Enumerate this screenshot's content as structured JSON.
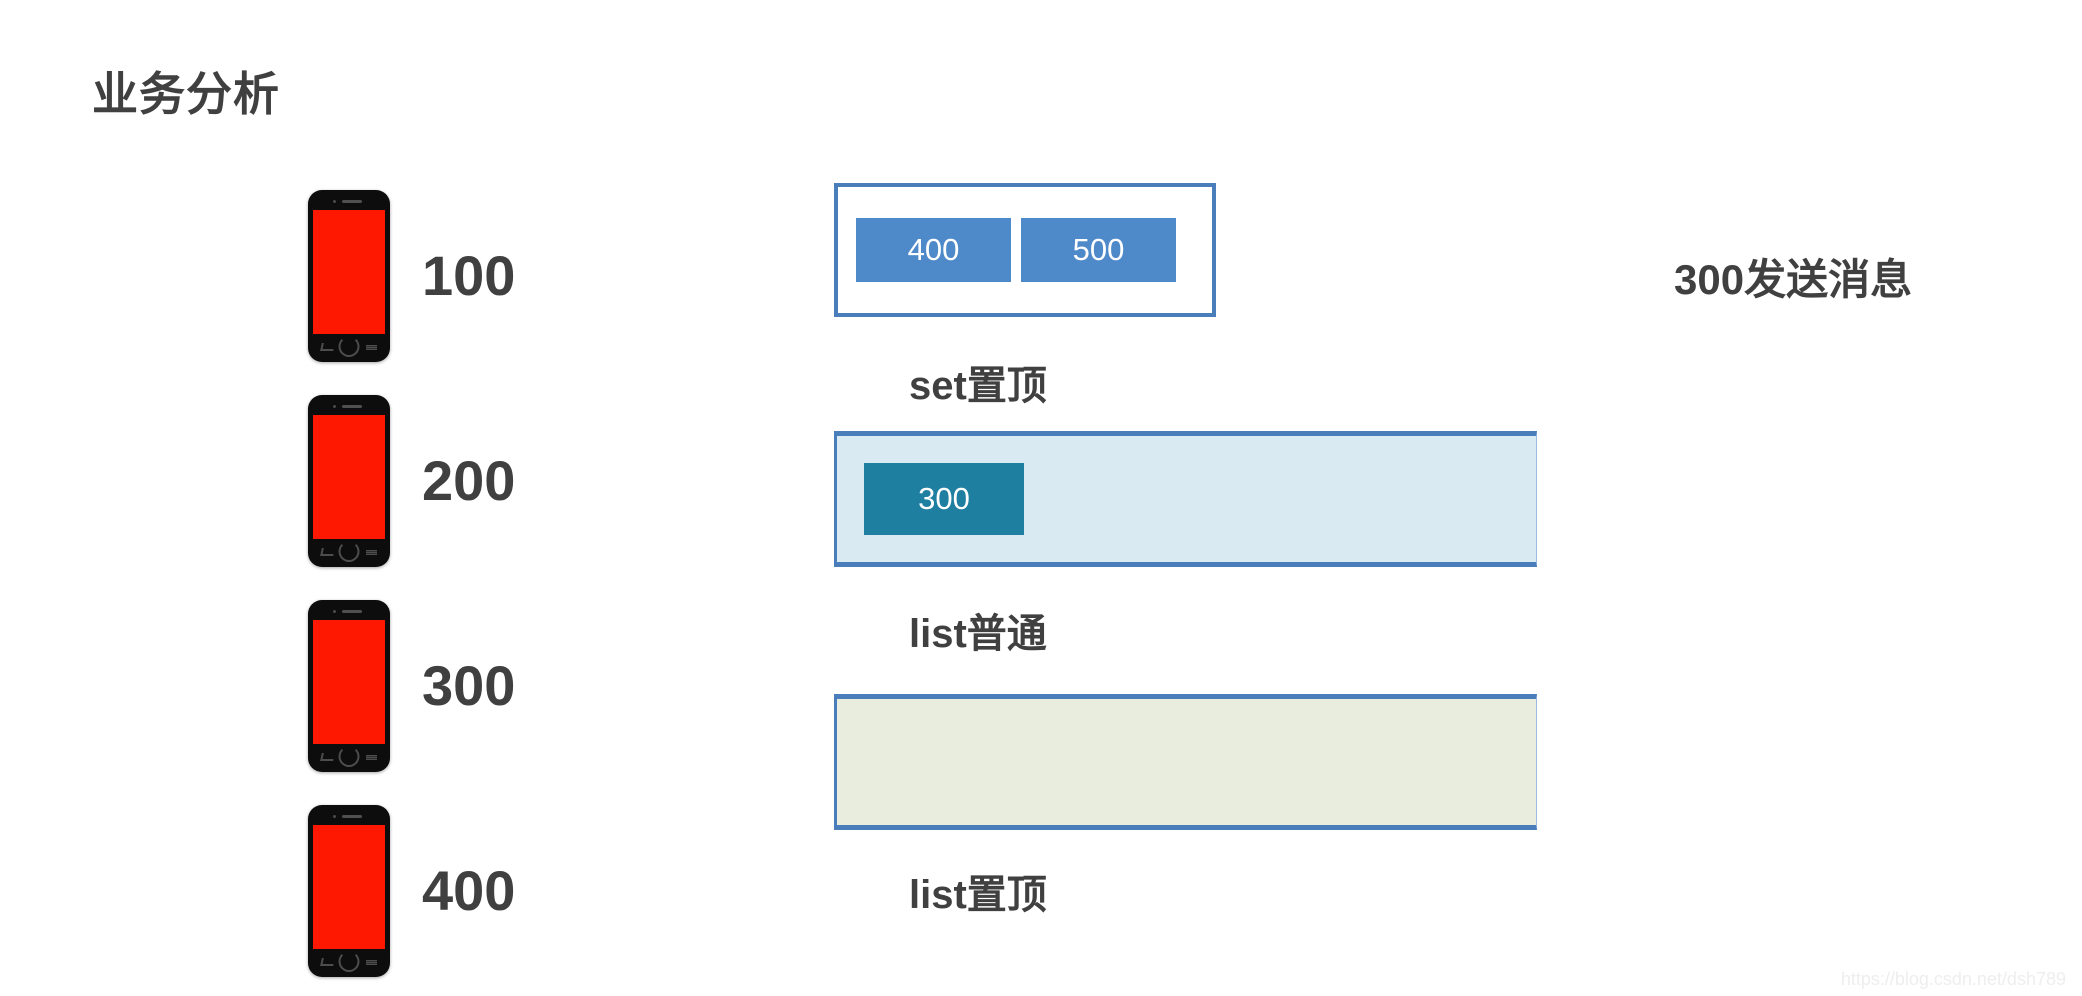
{
  "page": {
    "title": "业务分析",
    "background_color": "#ffffff",
    "watermark": "https://blog.csdn.net/dsh789"
  },
  "colors": {
    "title_text": "#404040",
    "phone_body": "#0d0d0d",
    "phone_screen": "#fe1701",
    "box_border_blue": "#4A7EBB",
    "set_cell_blue": "#4E89C9",
    "list_normal_fill": "#DAEAF2",
    "list_cell_teal": "#1F7FA0",
    "list_top_fill": "#E9EDDD",
    "watermark_text": "#eeeeee"
  },
  "phone_list": {
    "items": [
      {
        "value": "100",
        "icon": "smartphone-icon",
        "screen_color": "#fe1701"
      },
      {
        "value": "200",
        "icon": "smartphone-icon",
        "screen_color": "#fe1701"
      },
      {
        "value": "300",
        "icon": "smartphone-icon",
        "screen_color": "#fe1701"
      },
      {
        "value": "400",
        "icon": "smartphone-icon",
        "screen_color": "#fe1701"
      }
    ]
  },
  "diagram": {
    "set_box": {
      "label": "set置顶",
      "cells": [
        {
          "value": "400"
        },
        {
          "value": "500"
        }
      ]
    },
    "list_normal_box": {
      "label": "list普通",
      "cells": [
        {
          "value": "300"
        }
      ]
    },
    "list_top_box": {
      "label": "list置顶",
      "cells": []
    }
  },
  "annotation": {
    "right_note": "300发送消息"
  }
}
